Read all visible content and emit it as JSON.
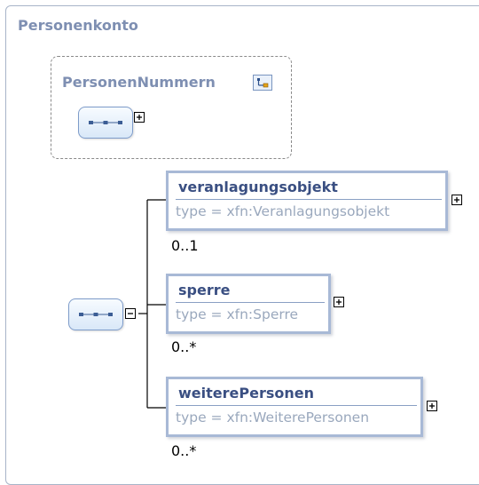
{
  "diagram": {
    "title": "Personenkonto",
    "group": {
      "name": "PersonenNummern"
    },
    "elements": [
      {
        "name": "veranlagungsobjekt",
        "type": "type = xfn:Veranlagungsobjekt",
        "cardinality": "0..1"
      },
      {
        "name": "sperre",
        "type": "type = xfn:Sperre",
        "cardinality": "0..*"
      },
      {
        "name": "weiterePersonen",
        "type": "type = xfn:WeiterePersonen",
        "cardinality": "0..*"
      }
    ],
    "icons": {
      "sequence": "sequence-compositor-icon",
      "expand": "expand-plus-icon",
      "collapse": "collapse-minus-icon",
      "attribute_group": "attribute-group-icon"
    },
    "colors": {
      "title": "#7e8fb2",
      "element_border": "#a8b9d6",
      "element_name": "#3a4f82",
      "type_text": "#9aa8bd",
      "compositor_border": "#7e9cca"
    }
  }
}
